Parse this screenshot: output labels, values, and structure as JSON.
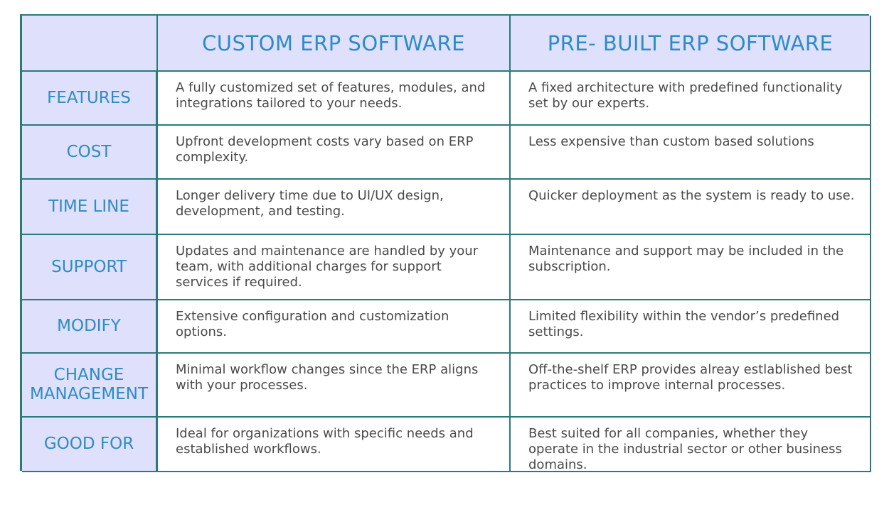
{
  "columns": {
    "custom": "CUSTOM ERP SOFTWARE",
    "prebuilt": "PRE- BUILT ERP SOFTWARE"
  },
  "rows": [
    {
      "label": "FEATURES",
      "custom": "A fully customized set of features, modules, and integrations tailored to your needs.",
      "prebuilt": "A fixed architecture with predefined functionality set by our experts."
    },
    {
      "label": "COST",
      "custom": "Upfront development costs vary based on ERP complexity.",
      "prebuilt": "Less expensive than custom based solutions"
    },
    {
      "label": "TIME LINE",
      "custom": "Longer delivery time due to UI/UX design, development, and testing.",
      "prebuilt": "Quicker deployment as the system is ready to use."
    },
    {
      "label": "SUPPORT",
      "custom": "Updates and maintenance are handled by your team, with additional charges for support services if required.",
      "prebuilt": "Maintenance and support may be included in the subscription."
    },
    {
      "label": "MODIFY",
      "custom": "Extensive configuration and customization options.",
      "prebuilt": "Limited flexibility within the vendor’s predefined settings."
    },
    {
      "label": "CHANGE MANAGEMENT",
      "custom": "Minimal workflow changes since the ERP aligns with your processes.",
      "prebuilt": "Off-the-shelf ERP provides alreay estlablished best practices to improve internal processes."
    },
    {
      "label": "GOOD FOR",
      "custom": "Ideal for organizations with specific needs and established workflows.",
      "prebuilt": "Best suited for all companies, whether they operate in the industrial sector or other business domains."
    }
  ],
  "colors": {
    "header_bg": "#dfe0fb",
    "header_text": "#2f8bc4",
    "border": "#2b7a7a",
    "body_text": "#4a4a4a"
  }
}
